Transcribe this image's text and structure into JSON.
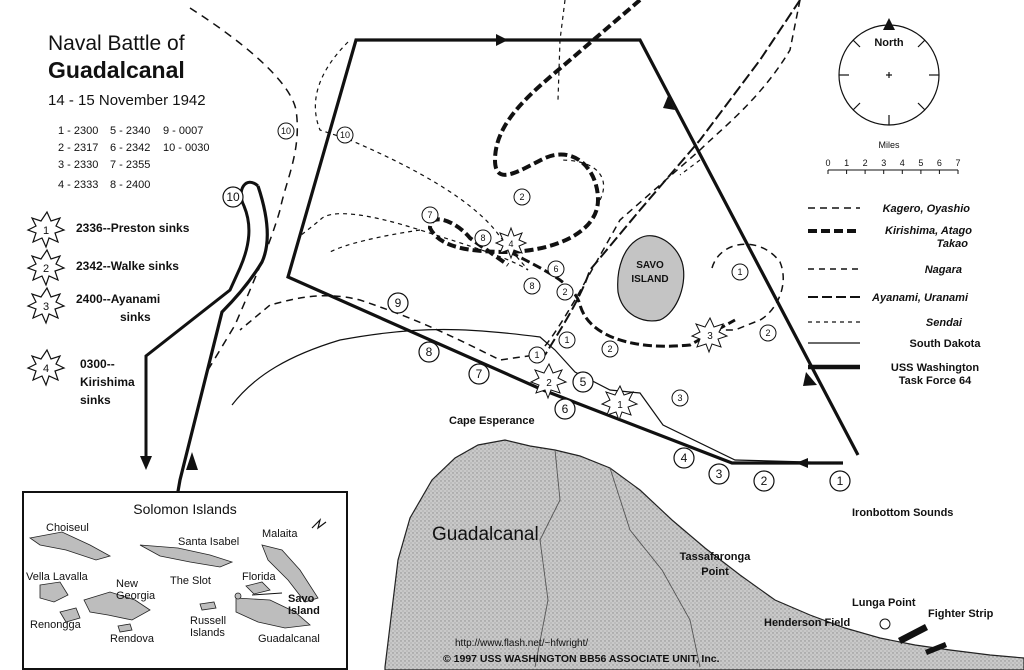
{
  "title": {
    "line1": "Naval Battle of",
    "line2": "Guadalcanal",
    "dates": "14 - 15 November 1942"
  },
  "times": [
    [
      "1 - 2300",
      "5 - 2340",
      "9 - 0007"
    ],
    [
      "2 - 2317",
      "6 - 2342",
      "10 - 0030"
    ],
    [
      "3 - 2330",
      "7 - 2355",
      ""
    ],
    [
      "4 - 2333",
      "8 - 2400",
      ""
    ]
  ],
  "sinkings": [
    {
      "num": "1",
      "text": [
        "2336--Preston sinks"
      ]
    },
    {
      "num": "2",
      "text": [
        "2342--Walke sinks"
      ]
    },
    {
      "num": "3",
      "text": [
        "2400--Ayanami",
        "sinks"
      ]
    },
    {
      "num": "4",
      "text": [
        "0300--",
        "Kirishima",
        "sinks"
      ]
    }
  ],
  "compass": {
    "label": "North",
    "scale_label": "Miles",
    "ticks": [
      "0",
      "1",
      "2",
      "3",
      "4",
      "5",
      "6",
      "7"
    ]
  },
  "legend": [
    {
      "label": "Kagero, Oyashio",
      "style": "dash-thin"
    },
    {
      "label": "Kirishima, Atago",
      "label2": "Takao",
      "style": "dash-heavy"
    },
    {
      "label": "Nagara",
      "style": "dash-medium"
    },
    {
      "label": "Ayanami, Uranami",
      "style": "dash-long"
    },
    {
      "label": "Sendai",
      "style": "dash-fine"
    },
    {
      "label": "South Dakota",
      "style": "solid-thin"
    },
    {
      "label": "USS Washington",
      "label2": "Task Force 64",
      "style": "solid-heavy"
    }
  ],
  "places": {
    "savo": [
      "SAVO",
      "ISLAND"
    ],
    "cape": "Cape Esperance",
    "guadalcanal": "Guadalcanal",
    "tassafaronga": [
      "Tassafaronga",
      "Point"
    ],
    "lunga": "Lunga Point",
    "henderson": "Henderson Field",
    "fighter": "Fighter Strip",
    "ironbottom": "Ironbottom Sounds"
  },
  "inset": {
    "title": "Solomon Islands",
    "labels": {
      "choiseul": "Choiseul",
      "santa_isabel": "Santa Isabel",
      "malaita": "Malaita",
      "vella": "Vella Lavalla",
      "new_georgia": [
        "New",
        "Georgia"
      ],
      "slot": "The Slot",
      "florida": "Florida",
      "savo": [
        "Savo",
        "Island"
      ],
      "renongga": "Renongga",
      "rendova": "Rendova",
      "russell": [
        "Russell",
        "Islands"
      ],
      "guadalcanal": "Guadalcanal"
    }
  },
  "markers": {
    "washington": [
      "1",
      "2",
      "3",
      "4",
      "5",
      "6",
      "7",
      "8",
      "9",
      "10"
    ],
    "other": [
      "1",
      "2",
      "3",
      "4",
      "5",
      "6",
      "7",
      "8",
      "10"
    ]
  },
  "credit": {
    "url": "http://www.flash.net/~hfwright/",
    "copyright": "© 1997 USS WASHINGTON BB56 ASSOCIATE UNIT, Inc."
  }
}
